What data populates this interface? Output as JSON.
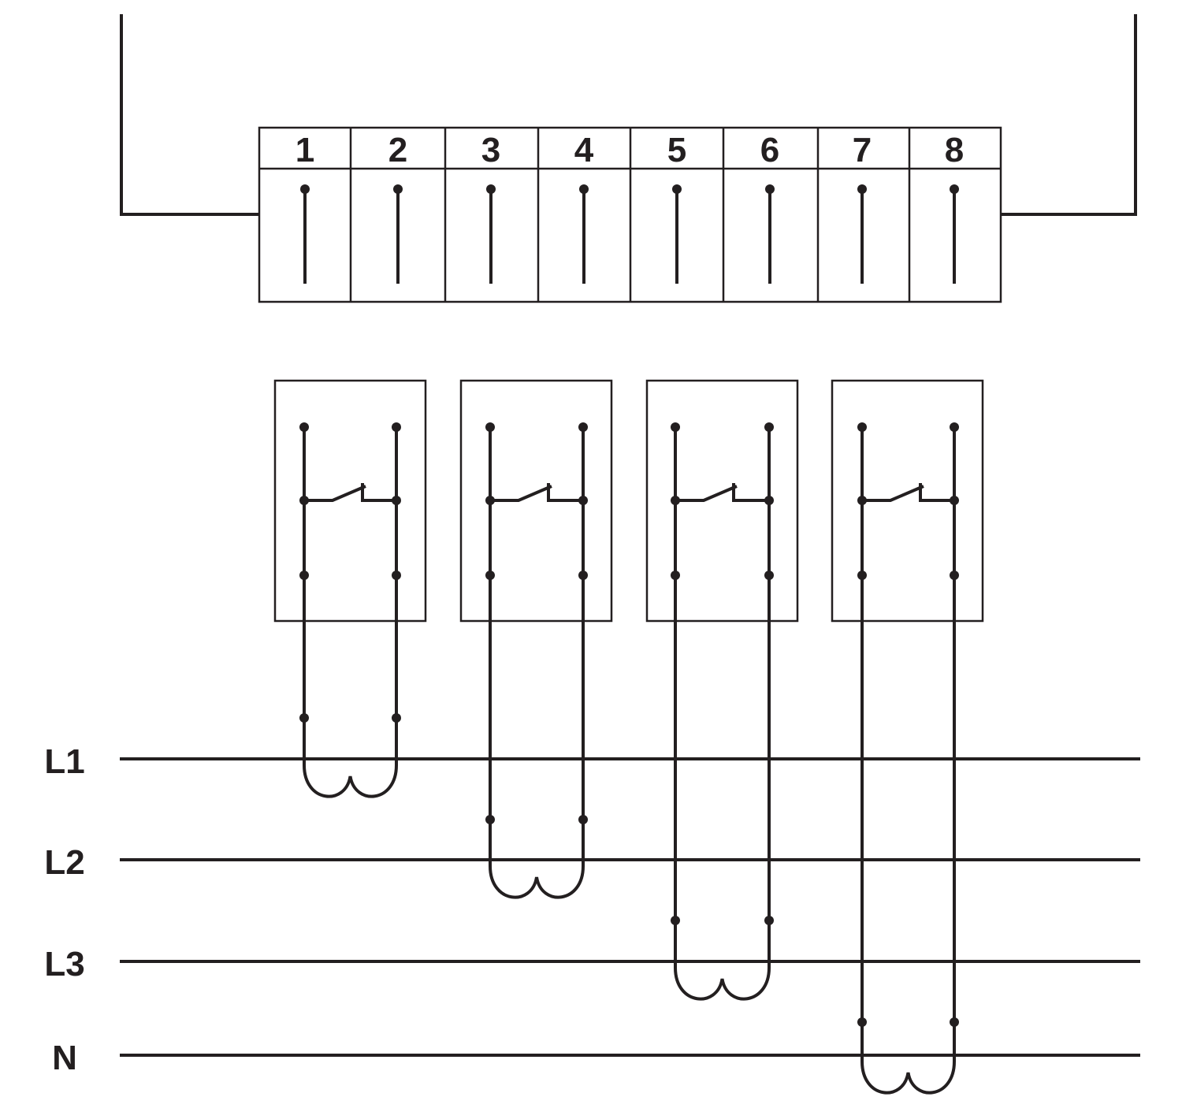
{
  "terminal_block": {
    "terminals": [
      "1",
      "2",
      "3",
      "4",
      "5",
      "6",
      "7",
      "8"
    ]
  },
  "lines": [
    "L1",
    "L2",
    "L3",
    "N"
  ],
  "modules": [
    {
      "terminals": [
        "1",
        "2"
      ],
      "line": "L1"
    },
    {
      "terminals": [
        "3",
        "4"
      ],
      "line": "L2"
    },
    {
      "terminals": [
        "5",
        "6"
      ],
      "line": "L3"
    },
    {
      "terminals": [
        "7",
        "8"
      ],
      "line": "N"
    }
  ],
  "colors": {
    "ink": "#231f20",
    "background": "#ffffff"
  }
}
